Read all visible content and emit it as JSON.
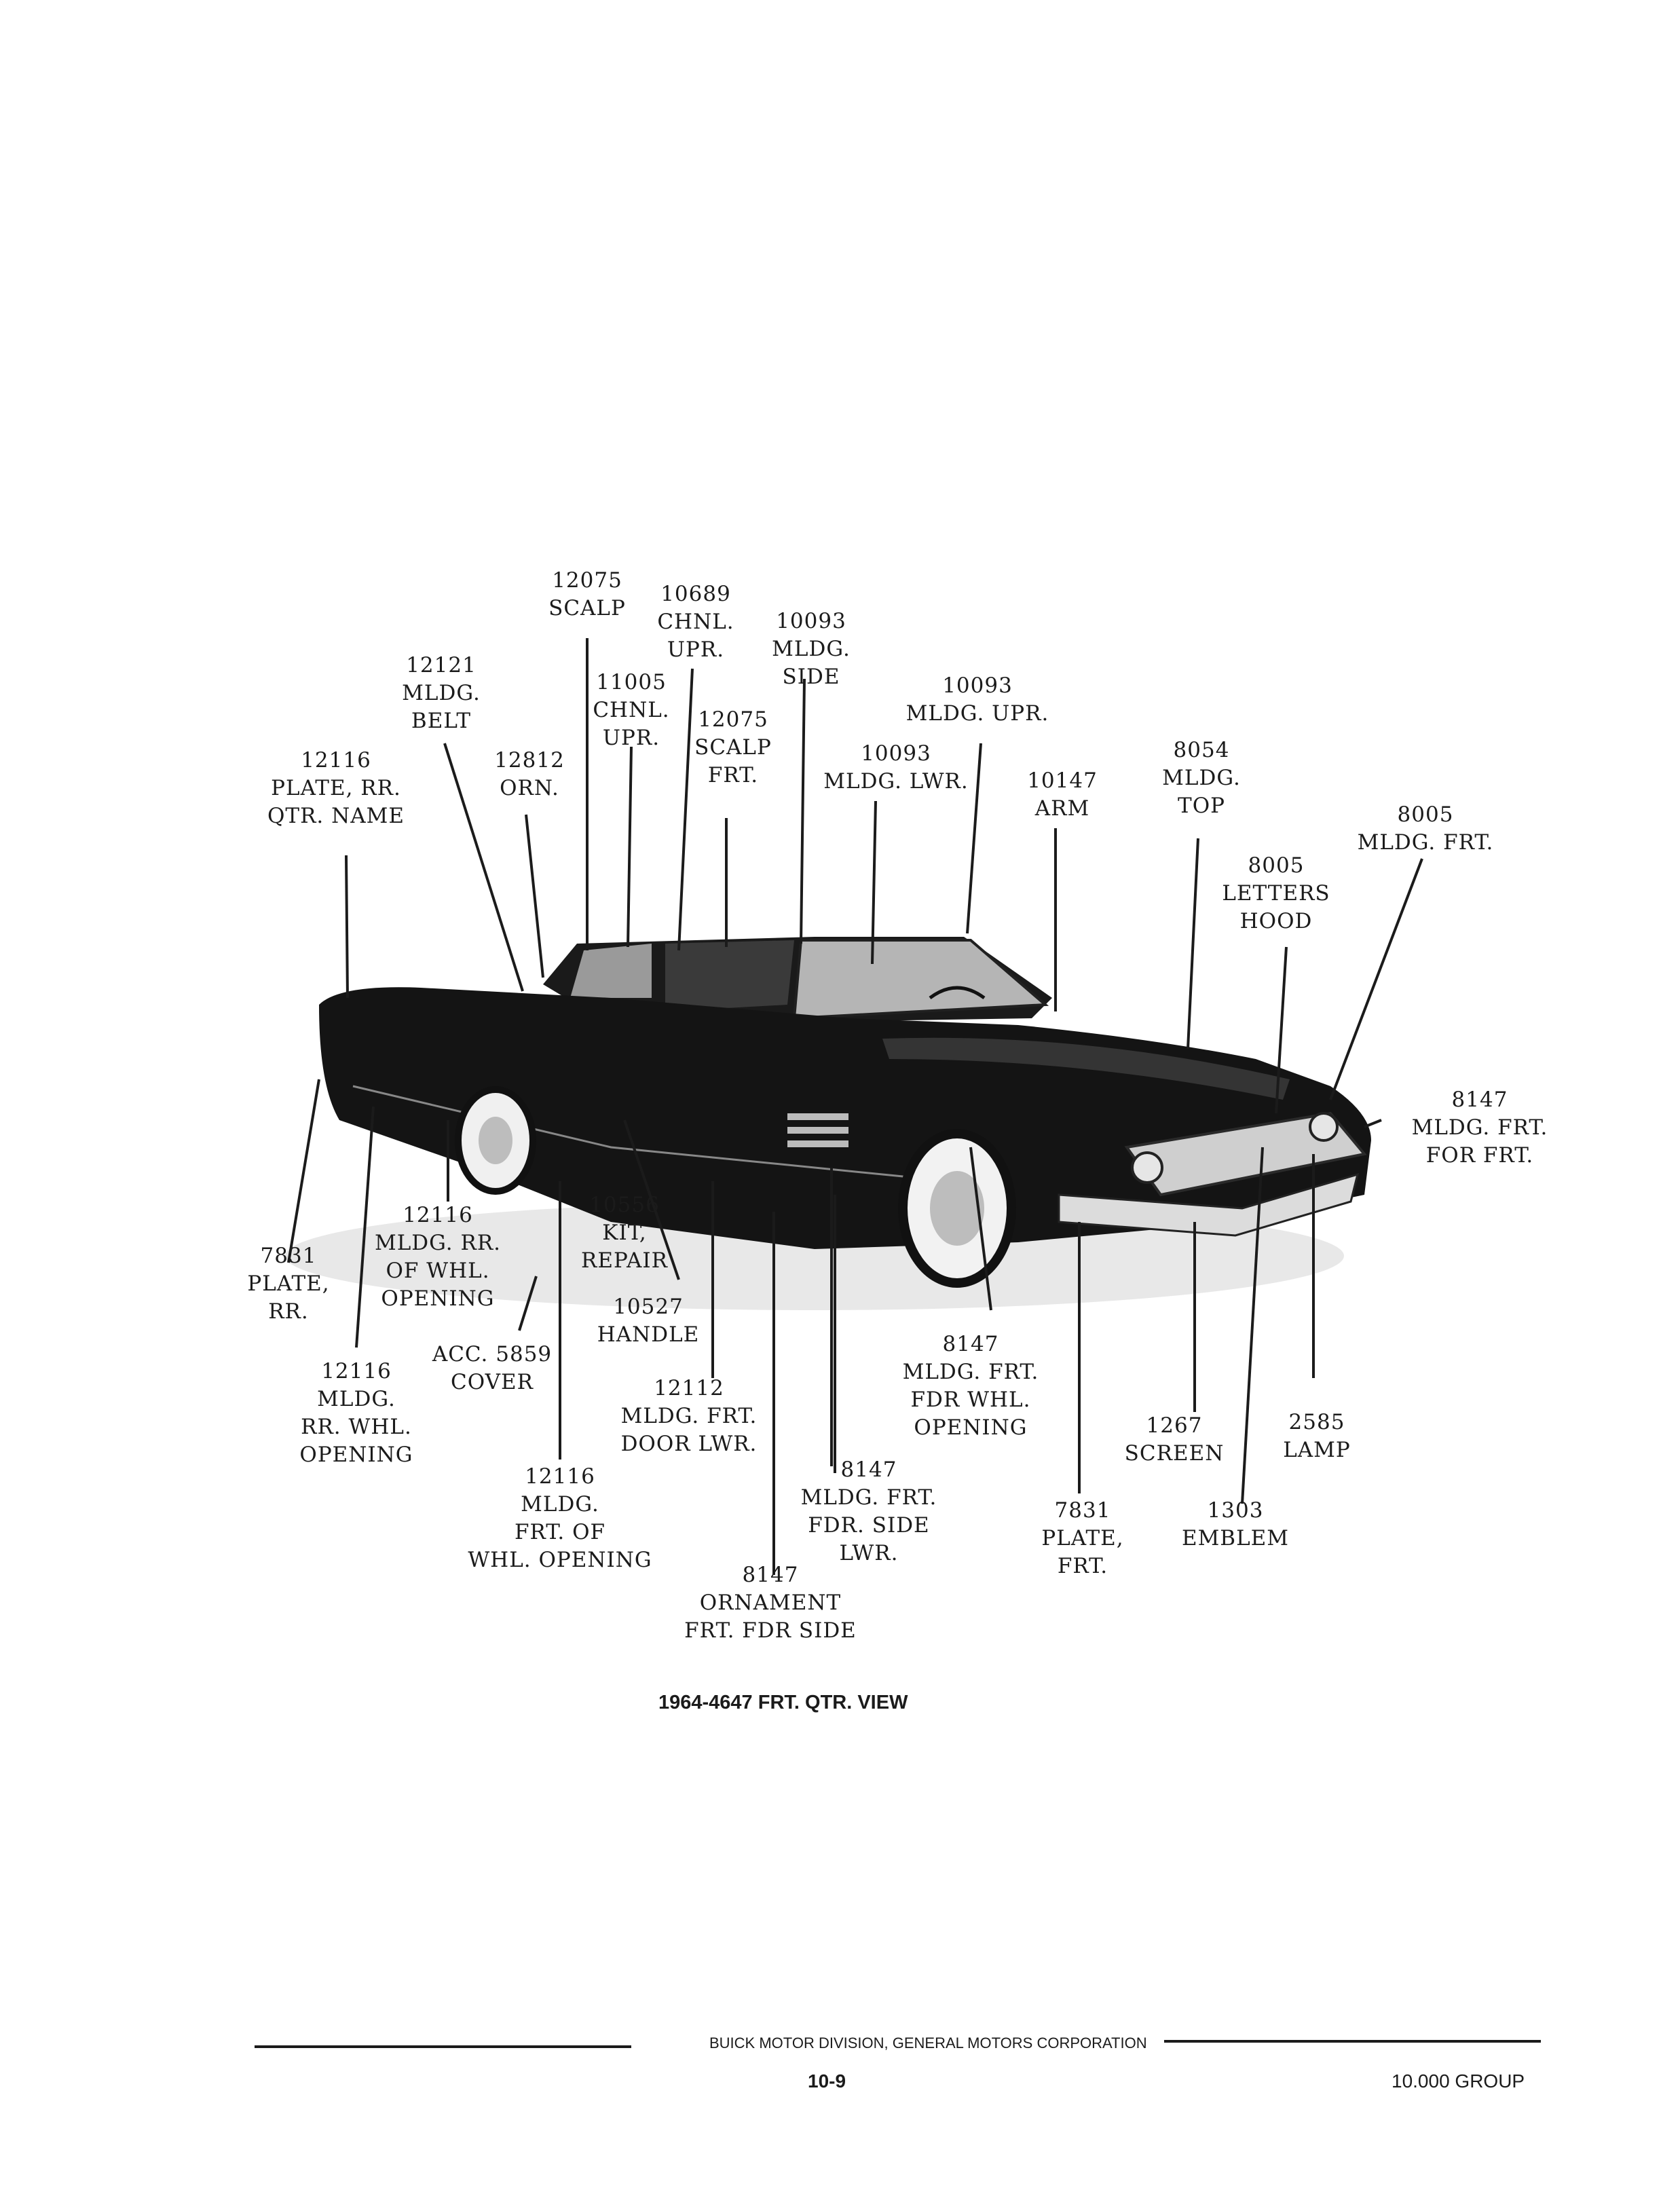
{
  "callouts": [
    {
      "id": "scalp-12075",
      "lines": [
        "12075",
        "SCALP"
      ]
    },
    {
      "id": "chnl-upr-10689",
      "lines": [
        "10689",
        "CHNL.",
        "UPR."
      ]
    },
    {
      "id": "mldg-side-10093",
      "lines": [
        "10093",
        "MLDG.",
        "SIDE"
      ]
    },
    {
      "id": "mldg-belt-12121",
      "lines": [
        "12121",
        "MLDG.",
        "BELT"
      ]
    },
    {
      "id": "chnl-upr-11005",
      "lines": [
        "11005",
        "CHNL.",
        "UPR."
      ]
    },
    {
      "id": "scalp-frt-12075",
      "lines": [
        "12075",
        "SCALP",
        "FRT."
      ]
    },
    {
      "id": "mldg-upr-10093",
      "lines": [
        "10093",
        "MLDG. UPR."
      ]
    },
    {
      "id": "plate-rr-qtr-name-12116",
      "lines": [
        "12116",
        "PLATE, RR.",
        "QTR. NAME"
      ]
    },
    {
      "id": "orn-12812",
      "lines": [
        "12812",
        "ORN."
      ]
    },
    {
      "id": "mldg-lwr-10093",
      "lines": [
        "10093",
        "MLDG. LWR."
      ]
    },
    {
      "id": "arm-10147",
      "lines": [
        "10147",
        "ARM"
      ]
    },
    {
      "id": "mldg-top-8054",
      "lines": [
        "8054",
        "MLDG.",
        "TOP"
      ]
    },
    {
      "id": "mldg-frt-8005",
      "lines": [
        "8005",
        "MLDG. FRT."
      ]
    },
    {
      "id": "letters-hood-8005",
      "lines": [
        "8005",
        "LETTERS",
        "HOOD"
      ]
    },
    {
      "id": "mldg-frt-for-frt-8147",
      "lines": [
        "8147",
        "MLDG. FRT.",
        "FOR FRT."
      ]
    },
    {
      "id": "plate-rr-7831",
      "lines": [
        "7831",
        "PLATE,",
        "RR."
      ]
    },
    {
      "id": "mldg-rr-of-whl-opening-12116",
      "lines": [
        "12116",
        "MLDG. RR.",
        "OF WHL.",
        "OPENING"
      ]
    },
    {
      "id": "kit-repair-10556",
      "lines": [
        "10556",
        "KIT,",
        "REPAIR"
      ]
    },
    {
      "id": "handle-10527",
      "lines": [
        "10527",
        "HANDLE"
      ]
    },
    {
      "id": "cover-acc-5859",
      "lines": [
        "ACC. 5859",
        "COVER"
      ]
    },
    {
      "id": "mldg-rr-whl-opening-12116",
      "lines": [
        "12116",
        "MLDG.",
        "RR. WHL.",
        "OPENING"
      ]
    },
    {
      "id": "mldg-frt-door-lwr-12112",
      "lines": [
        "12112",
        "MLDG. FRT.",
        "DOOR LWR."
      ]
    },
    {
      "id": "mldg-frt-fdr-whl-opening-8147",
      "lines": [
        "8147",
        "MLDG. FRT.",
        "FDR WHL.",
        "OPENING"
      ]
    },
    {
      "id": "screen-1267",
      "lines": [
        "1267",
        "SCREEN"
      ]
    },
    {
      "id": "lamp-2585",
      "lines": [
        "2585",
        "LAMP"
      ]
    },
    {
      "id": "mldg-frt-of-whl-opening-12116",
      "lines": [
        "12116",
        "MLDG.",
        "FRT. OF",
        "WHL. OPENING"
      ]
    },
    {
      "id": "mldg-frt-fdr-side-lwr-8147",
      "lines": [
        "8147",
        "MLDG. FRT.",
        "FDR. SIDE",
        "LWR."
      ]
    },
    {
      "id": "plate-frt-7831",
      "lines": [
        "7831",
        "PLATE,",
        "FRT."
      ]
    },
    {
      "id": "emblem-1303",
      "lines": [
        "1303",
        "EMBLEM"
      ]
    },
    {
      "id": "ornament-frt-fdr-side-8147",
      "lines": [
        "8147",
        "ORNAMENT",
        "FRT. FDR SIDE"
      ]
    }
  ],
  "caption": "1964-4647 FRT. QTR. VIEW",
  "footer": {
    "publisher": "BUICK MOTOR DIVISION, GENERAL MOTORS CORPORATION",
    "page_number": "10-9",
    "group": "10.000 GROUP"
  },
  "colors": {
    "ink": "#1b1b1b",
    "car_body": "#141414",
    "chrome": "#dcdcdc"
  }
}
